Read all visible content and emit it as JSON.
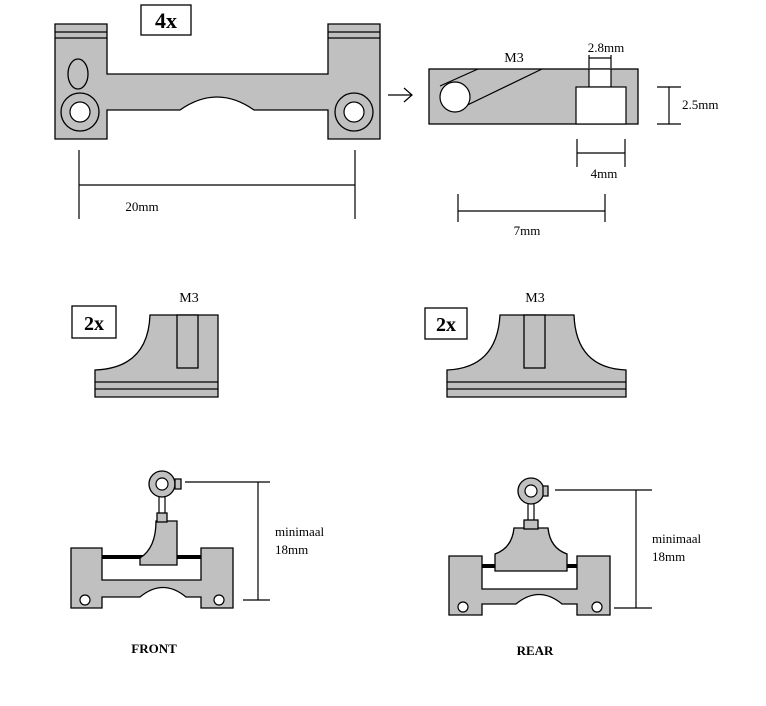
{
  "top_part": {
    "quantity": "4x",
    "width_dim": "20mm"
  },
  "side_view": {
    "screw": "M3",
    "slot_width": "2.8mm",
    "height": "2.5mm",
    "block_width": "4mm",
    "length": "7mm"
  },
  "left_part": {
    "quantity": "2x",
    "screw": "M3"
  },
  "right_part": {
    "quantity": "2x",
    "screw": "M3"
  },
  "front_assembly": {
    "min_label": "minimaal",
    "min_value": "18mm",
    "caption": "FRONT"
  },
  "rear_assembly": {
    "min_label": "minimaal",
    "min_value": "18mm",
    "caption": "REAR"
  },
  "colors": {
    "part_fill": "#c0c0c0",
    "line": "#000000",
    "background": "#ffffff"
  }
}
